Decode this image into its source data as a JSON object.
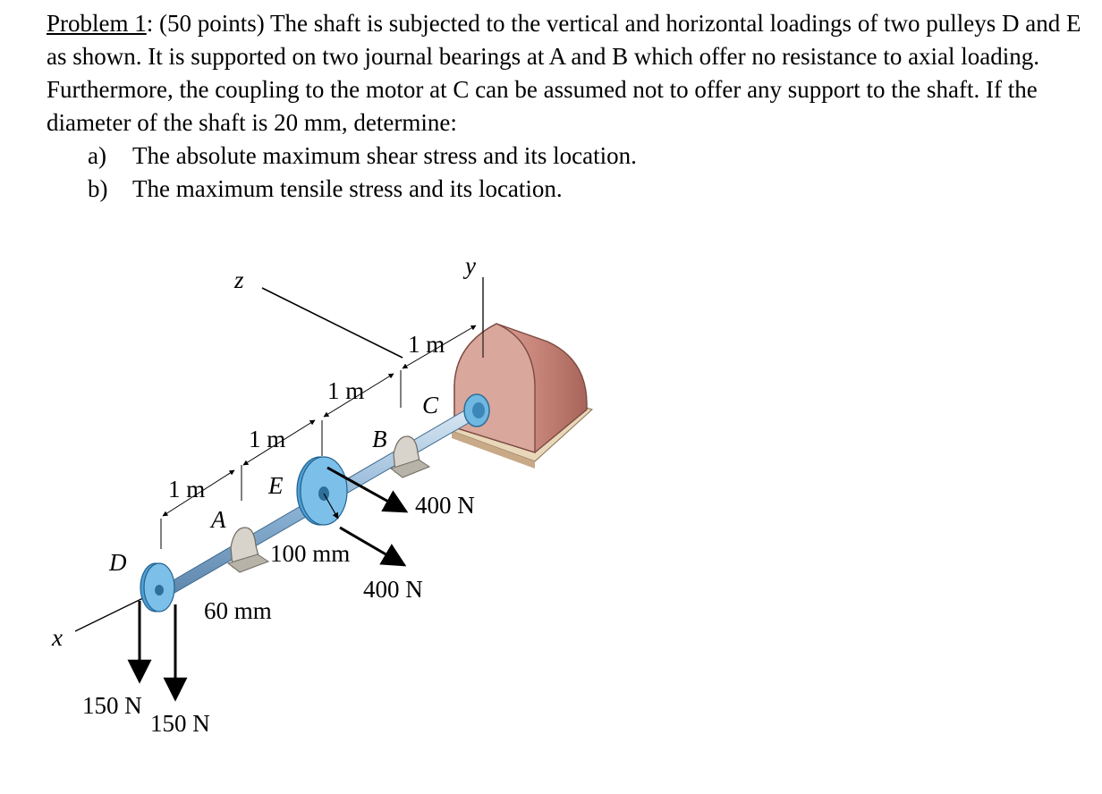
{
  "problem": {
    "heading": "Problem 1",
    "intro": ": (50 points) The shaft is subjected to the vertical and horizontal loadings of two pulleys D and E as shown. It is supported on two journal bearings at A and B which offer no resistance to axial loading. Furthermore, the coupling to the motor at C can be assumed not to offer any support to the shaft. If the diameter of the shaft is 20 mm, determine:",
    "parts": [
      {
        "letter": "a)",
        "text": "The absolute maximum shear stress and its location."
      },
      {
        "letter": "b)",
        "text": "The maximum tensile stress and its location."
      }
    ]
  },
  "figure": {
    "axes": {
      "x": "x",
      "y": "y",
      "z": "z"
    },
    "points": {
      "A": "A",
      "B": "B",
      "C": "C",
      "D": "D",
      "E": "E"
    },
    "spacings": [
      "1 m",
      "1 m",
      "1 m",
      "1 m"
    ],
    "pulley_D_radius": "60 mm",
    "pulley_E_radius": "100 mm",
    "loads": {
      "D_left": "150 N",
      "D_right": "150 N",
      "E_upper": "400 N",
      "E_lower": "400 N"
    },
    "colors": {
      "shaft": "#8db4d6",
      "pulley": "#5aa9dc",
      "motor": "#d49a8f",
      "bearing": "#d3cfc6"
    }
  }
}
